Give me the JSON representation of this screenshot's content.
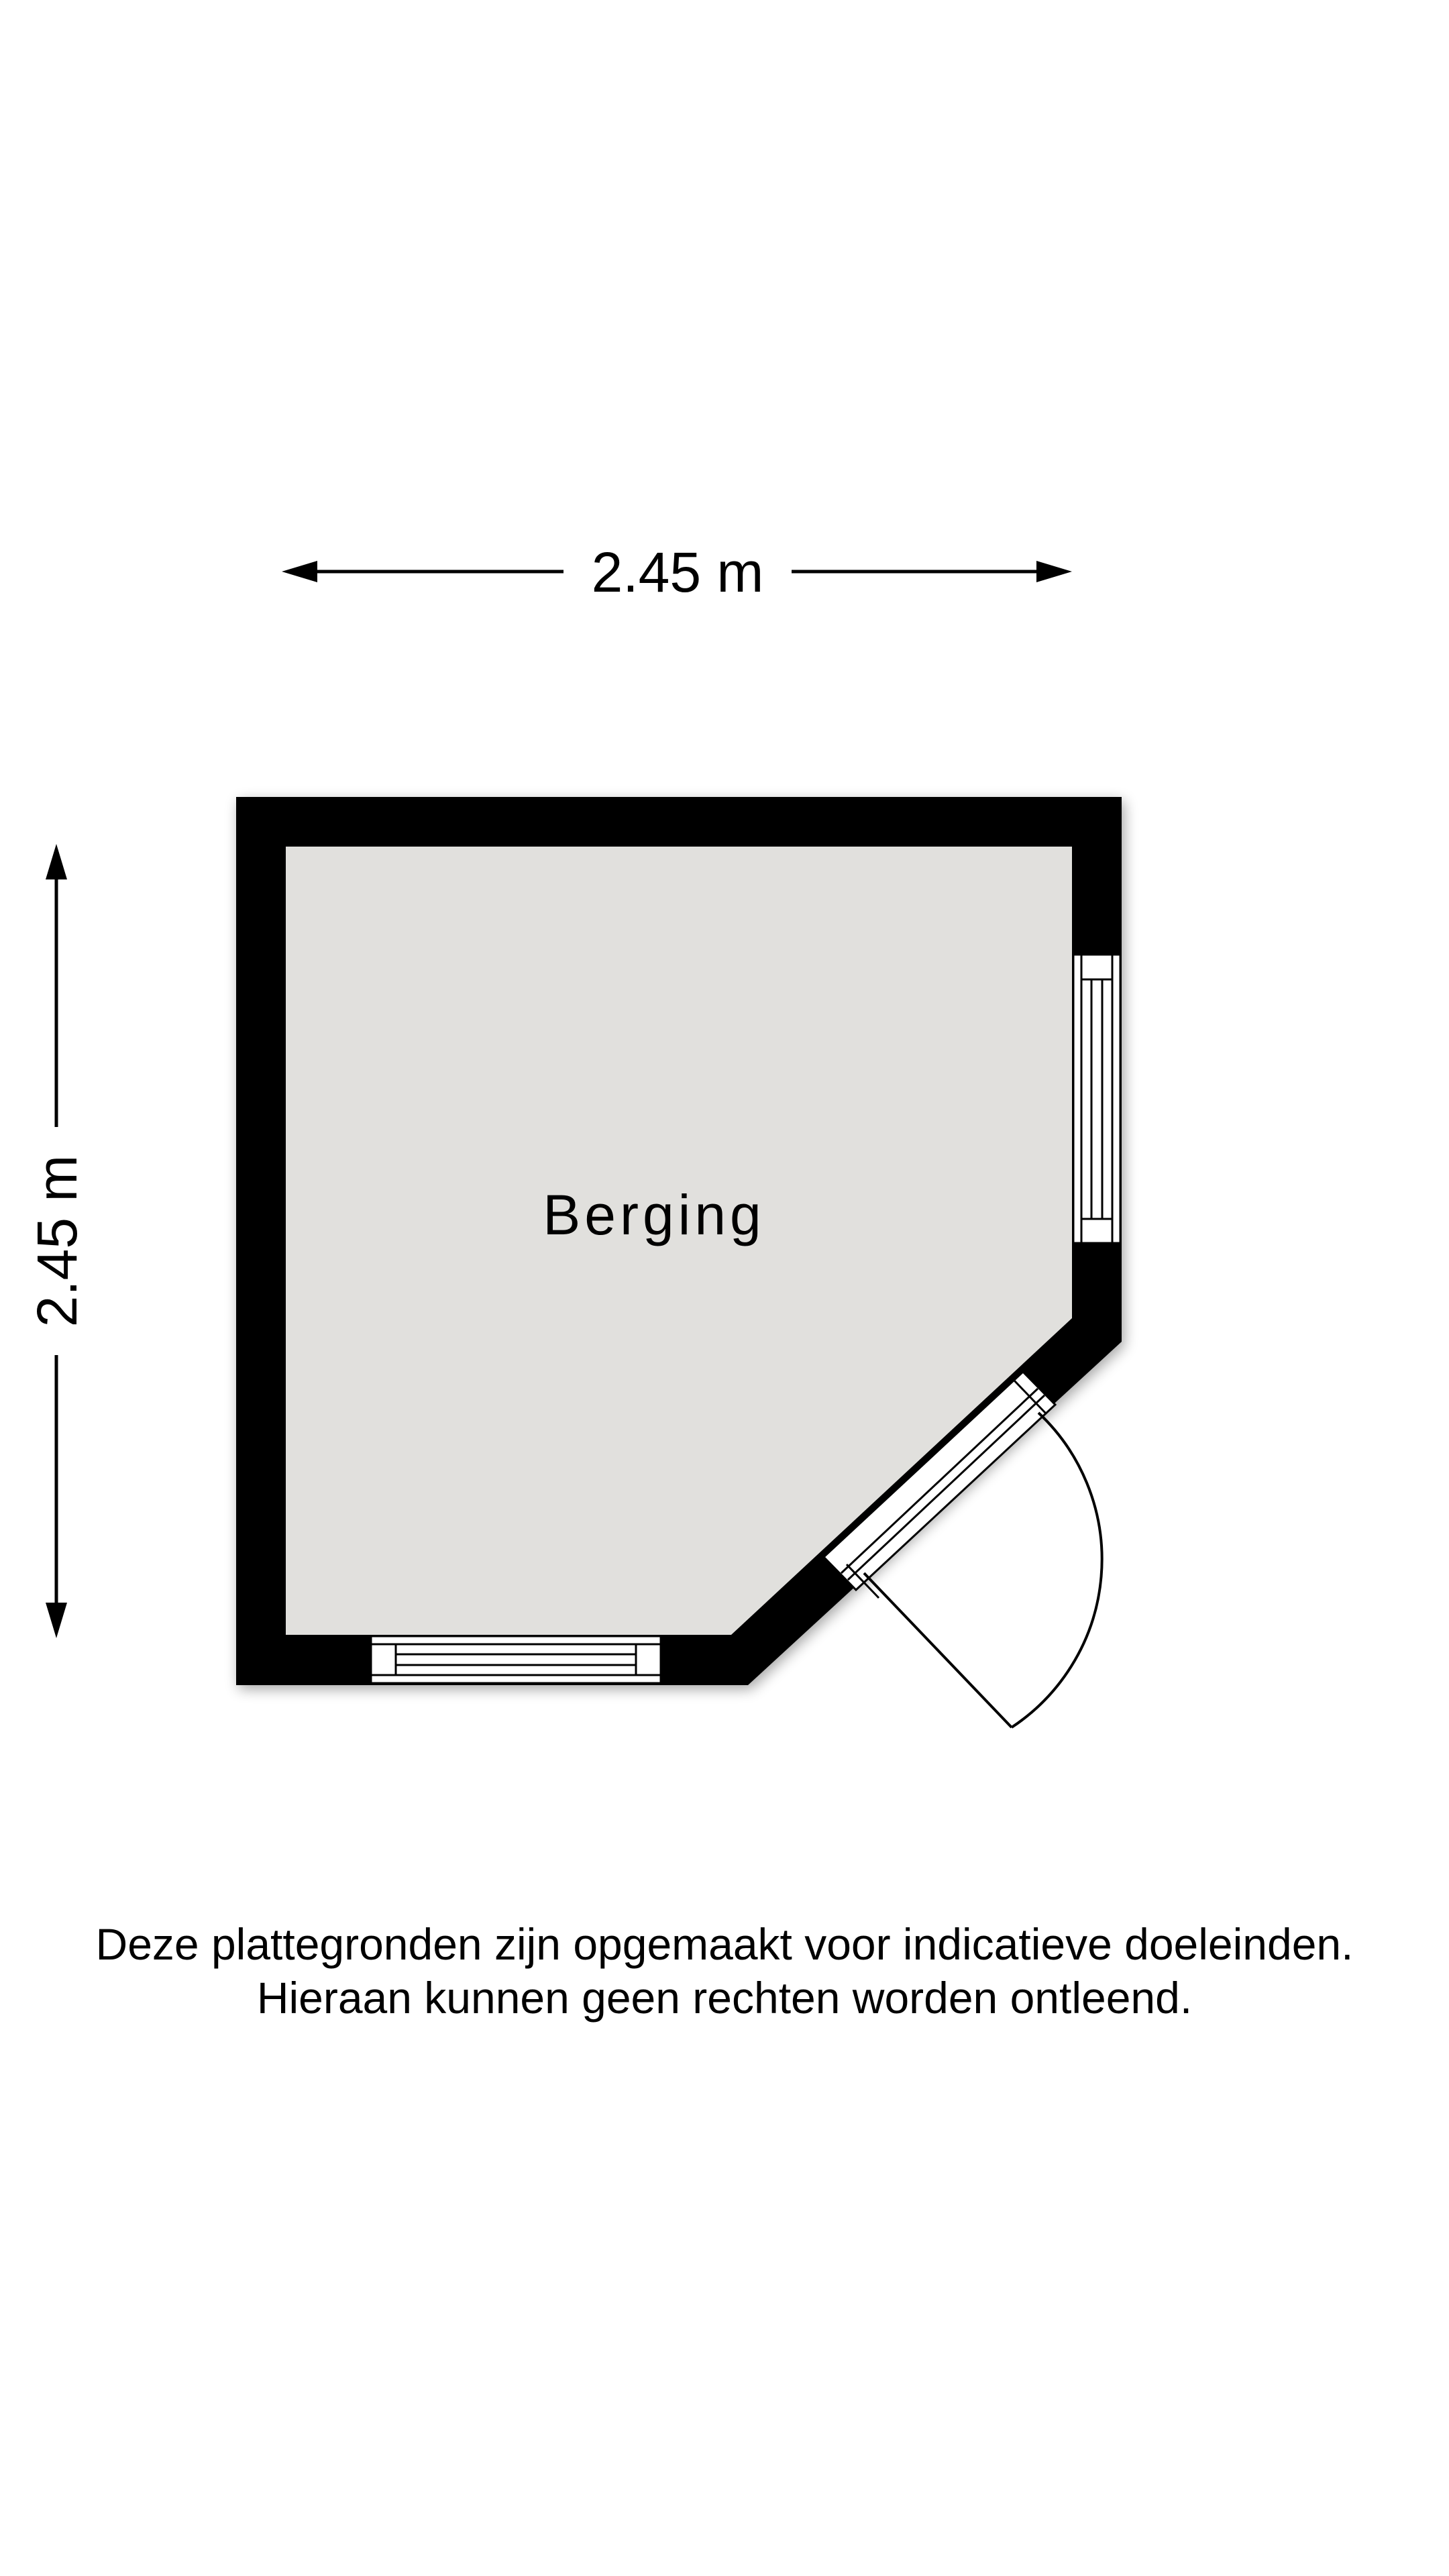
{
  "dimensions": {
    "width_label": "2.45 m",
    "height_label": "2.45 m"
  },
  "rooms": [
    {
      "name": "Berging"
    }
  ],
  "disclaimer": {
    "line1": "Deze plattegronden zijn opgemaakt voor indicatieve doeleinden.",
    "line2": "Hieraan kunnen geen rechten worden ontleend."
  },
  "colors": {
    "wall": "#000000",
    "floor": "#e1e0dd",
    "window": "#ffffff",
    "background": "#ffffff"
  }
}
